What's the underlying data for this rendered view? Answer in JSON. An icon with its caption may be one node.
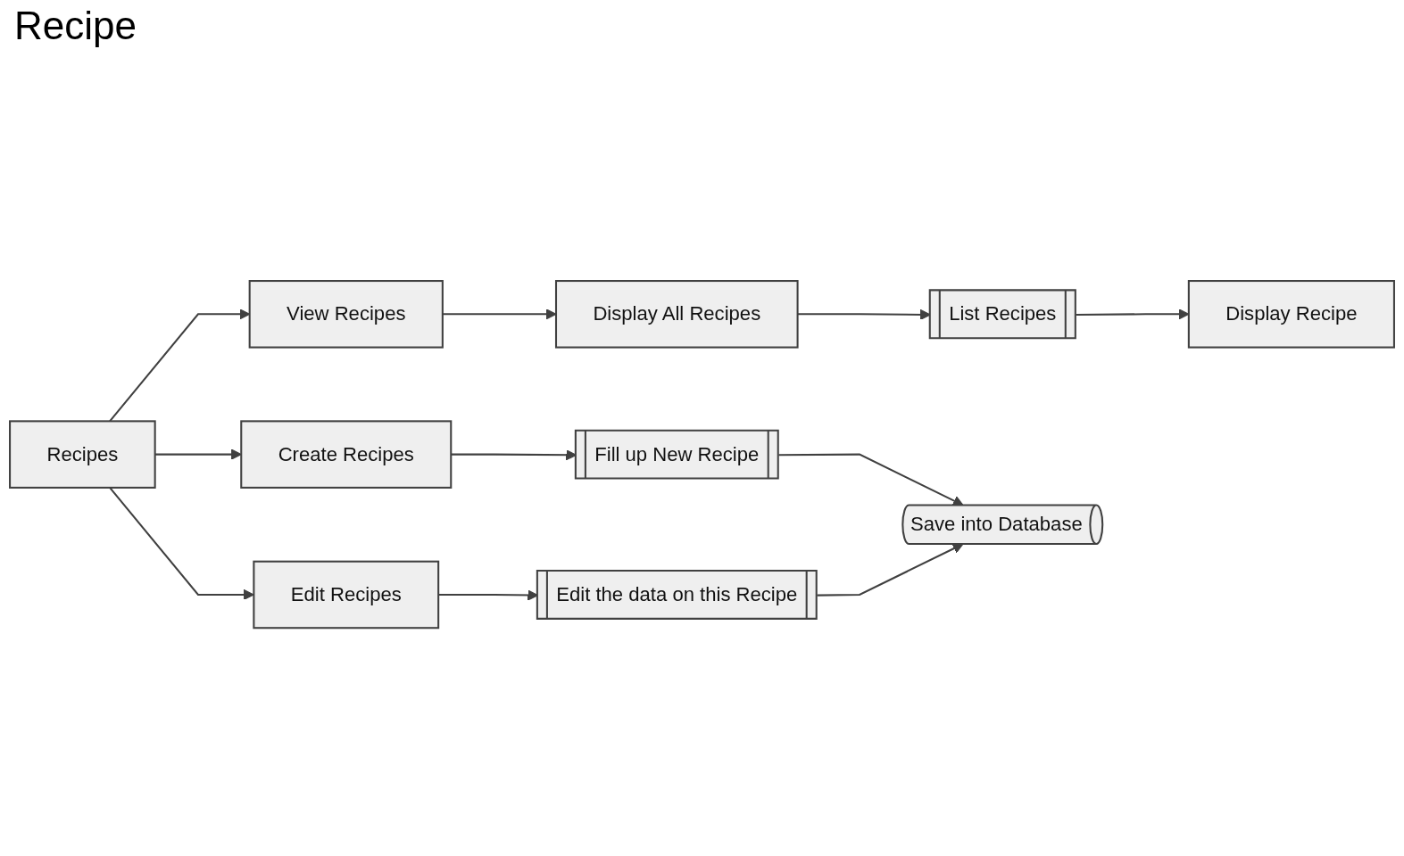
{
  "diagram": {
    "title": "Recipe",
    "nodes": [
      {
        "text": [
          "Recipes"
        ]
      },
      {
        "text": [
          "View Recipes"
        ]
      },
      {
        "text": [
          "Display All Recipes"
        ]
      },
      {
        "text": [
          "List Recipes"
        ]
      },
      {
        "text": [
          "Display Recipe"
        ]
      },
      {
        "text": [
          "Create Recipes"
        ]
      },
      {
        "text": [
          "Fill up New Recipe"
        ]
      },
      {
        "text": [
          "Edit Recipes"
        ]
      },
      {
        "text": [
          "Edit the data on this Recipe"
        ]
      },
      {
        "text": [
          "Save into Database"
        ]
      }
    ],
    "edges": [
      {
        "from": 0,
        "to": 1,
        "arrow": "to"
      },
      {
        "from": 0,
        "to": 5,
        "arrow": "to"
      },
      {
        "from": 0,
        "to": 7,
        "arrow": "to"
      },
      {
        "from": 1,
        "to": 2,
        "arrow": "to"
      },
      {
        "from": 2,
        "to": 3,
        "arrow": "to"
      },
      {
        "from": 3,
        "to": 4,
        "arrow": "to"
      },
      {
        "from": 5,
        "to": 6,
        "arrow": "to"
      },
      {
        "from": 6,
        "to": 9,
        "arrow": "to"
      },
      {
        "from": 7,
        "to": 8,
        "arrow": "to"
      },
      {
        "from": 8,
        "to": 9,
        "arrow": "to"
      }
    ]
  }
}
